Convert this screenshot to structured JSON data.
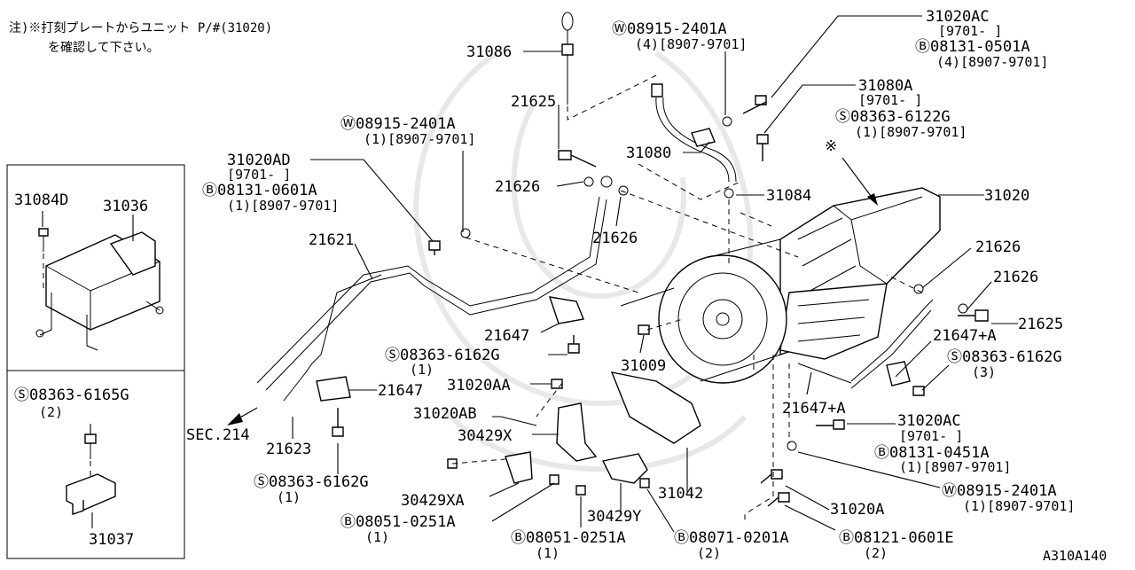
{
  "note": {
    "line1": "注)※打刻プレートからユニット P/#(31020)",
    "line2": "を確認して下さい。"
  },
  "diagram_code": "A310A140",
  "labels": {
    "p31086": "31086",
    "w1": "Ⓦ08915-2401A",
    "w1_sub": "(4)[8907-9701]",
    "p31020AC_top": "31020AC",
    "p31020AC_top_sub": "[9701-    ]",
    "b1": "Ⓑ08131-0501A",
    "b1_sub": "(4)[8907-9701]",
    "p21625_top": "21625",
    "p31080A": "31080A",
    "p31080A_sub": "[9701-    ]",
    "s1": "Ⓢ08363-6122G",
    "s1_sub": "(1)[8907-9701]",
    "w2": "Ⓦ08915-2401A",
    "w2_sub": "(1)[8907-9701]",
    "p31080": "31080",
    "p31020AD": "31020AD",
    "p31020AD_sub": "[9701-    ]",
    "b2": "Ⓑ08131-0601A",
    "b2_sub": "(1)[8907-9701]",
    "p21626_a": "21626",
    "p31084": "31084",
    "p31020": "31020",
    "p21626_b": "21626",
    "p21621": "21621",
    "p21626_c": "21626",
    "p21626_d": "21626",
    "p21625_right": "21625",
    "p21647_mid": "21647",
    "p21647A_right": "21647+A",
    "s2": "Ⓢ08363-6162G",
    "s2_sub": "(1)",
    "s3": "Ⓢ08363-6162G",
    "s3_sub": "(3)",
    "p31009": "31009",
    "p31020AA": "31020AA",
    "p21647_left": "21647",
    "p21647A_lower": "21647+A",
    "p31020AB": "31020AB",
    "p31020AC_low": "31020AC",
    "p31020AC_low_sub": "[9701-    ]",
    "sec214": "SEC.214",
    "p30429X": "30429X",
    "b3": "Ⓑ08131-0451A",
    "b3_sub": "(1)[8907-9701]",
    "p21623": "21623",
    "s4": "Ⓢ08363-6162G",
    "s4_sub": "(1)",
    "p30429XA": "30429XA",
    "p31042": "31042",
    "w3": "Ⓦ08915-2401A",
    "w3_sub": "(1)[8907-9701]",
    "p30429Y": "30429Y",
    "p31020A": "31020A",
    "b4": "Ⓑ08051-0251A",
    "b4_sub": "(1)",
    "b5": "Ⓑ08051-0251A",
    "b5_sub": "(1)",
    "b6": "Ⓑ08071-0201A",
    "b6_sub": "(2)",
    "b7": "Ⓑ08121-0601E",
    "b7_sub": "(2)",
    "star": "※"
  },
  "box_top": {
    "p31084D": "31084D",
    "p31036": "31036"
  },
  "box_bottom": {
    "s5": "Ⓢ08363-6165G",
    "s5_sub": "(2)",
    "p31037": "31037"
  }
}
